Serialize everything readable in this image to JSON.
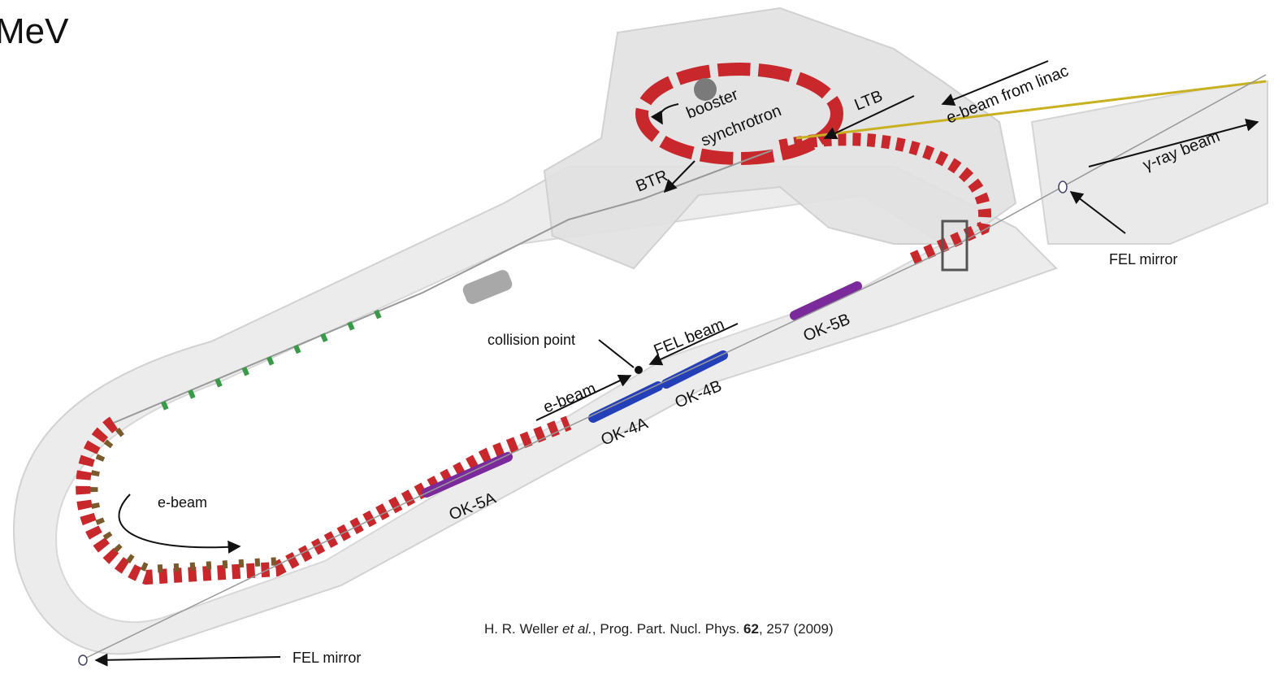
{
  "slide": {
    "title_fragment": "MeV"
  },
  "diagram": {
    "labels": {
      "booster": "booster",
      "synchrotron": "synchrotron",
      "ltb": "LTB",
      "ebeam_from_linac": "e-beam from linac",
      "gamma_ray_beam": "γ-ray beam",
      "btr": "BTR",
      "fel_mirror_right": "FEL mirror",
      "ok5b": "OK-5B",
      "fel_beam": "FEL beam",
      "collision_point": "collision point",
      "ebeam_mid": "e-beam",
      "ok4a": "OK-4A",
      "ok4b": "OK-4B",
      "ok5a": "OK-5A",
      "ebeam_loop": "e-beam",
      "fel_mirror_bottom": "FEL mirror"
    },
    "colors": {
      "wall": "#e6e6e6",
      "wall_edge": "#cfcfcf",
      "dipole_red": "#c8282c",
      "quad_green": "#3a9a4a",
      "magnet_brown": "#7a5a2a",
      "undulator_purple": "#7a2a9a",
      "undulator_blue": "#2440b8",
      "beamline_yellow": "#c8b020"
    }
  },
  "citation": {
    "authors": "H. R. Weller ",
    "etal": "et al.",
    "journal": ", Prog. Part. Nucl. Phys. ",
    "volume": "62",
    "rest": ", 257 (2009)"
  }
}
